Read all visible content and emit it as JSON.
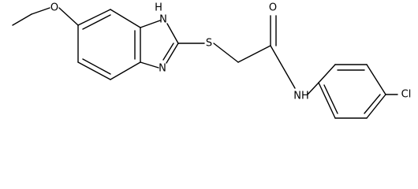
{
  "structure": {
    "atoms": {
      "oxygen_ether": "O",
      "nh_imidazole": "H",
      "n_imidazole_upper": "N",
      "n_imidazole_lower": "N",
      "sulfur": "S",
      "oxygen_carbonyl": "O",
      "nh_amide": "NH",
      "chlorine": "Cl"
    }
  }
}
